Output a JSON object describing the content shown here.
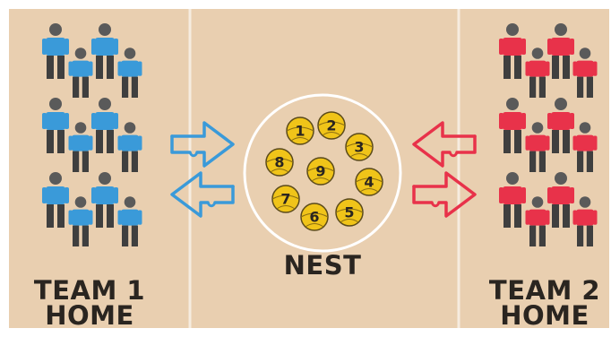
{
  "team1": {
    "line1": "TEAM 1",
    "line2": "HOME",
    "color": "#3a9ad9"
  },
  "team2": {
    "line1": "TEAM 2",
    "line2": "HOME",
    "color": "#e8324a"
  },
  "nest": {
    "label": "NEST"
  },
  "balls": [
    "1",
    "2",
    "3",
    "4",
    "5",
    "6",
    "7",
    "8",
    "9"
  ],
  "colors": {
    "floor": "#e9cfb0",
    "floor_border": "#ffffff",
    "body_dark": "#3f3f3f",
    "head": "#5a5a5a",
    "ball": "#f0c419",
    "text": "#2a2520"
  },
  "icons": [
    "person-icon",
    "arrow-icon",
    "ball-icon"
  ]
}
